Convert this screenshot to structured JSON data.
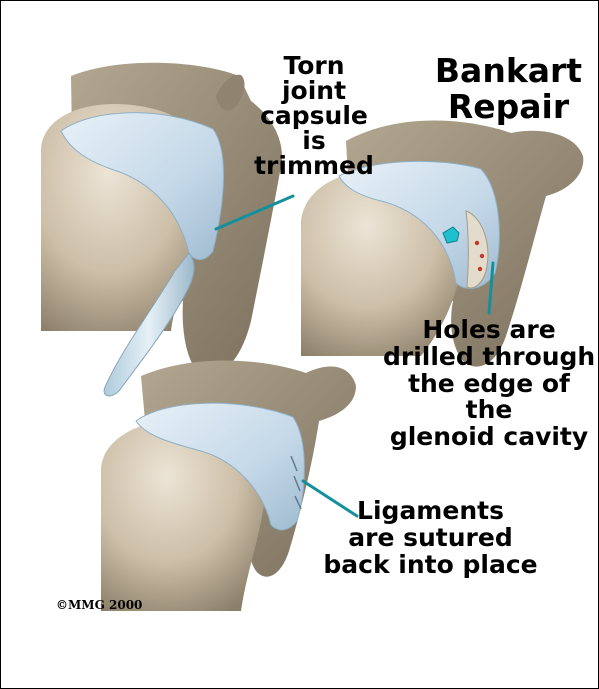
{
  "title": [
    "Bankart",
    "Repair"
  ],
  "labels": {
    "torn_capsule": [
      "Torn",
      "joint",
      "capsule",
      "is",
      "trimmed"
    ],
    "holes_drilled": [
      "Holes are",
      "drilled through",
      "the edge of",
      "the",
      "glenoid cavity"
    ],
    "ligaments": [
      "Ligaments",
      "are sutured",
      "back into place"
    ]
  },
  "copyright": "©MMG 2000",
  "colors": {
    "bone": "#d7cbb8",
    "bone_shadow": "#9c8f78",
    "capsule": "#c9dcea",
    "pointer": "#14909c",
    "frame": "#000000"
  }
}
